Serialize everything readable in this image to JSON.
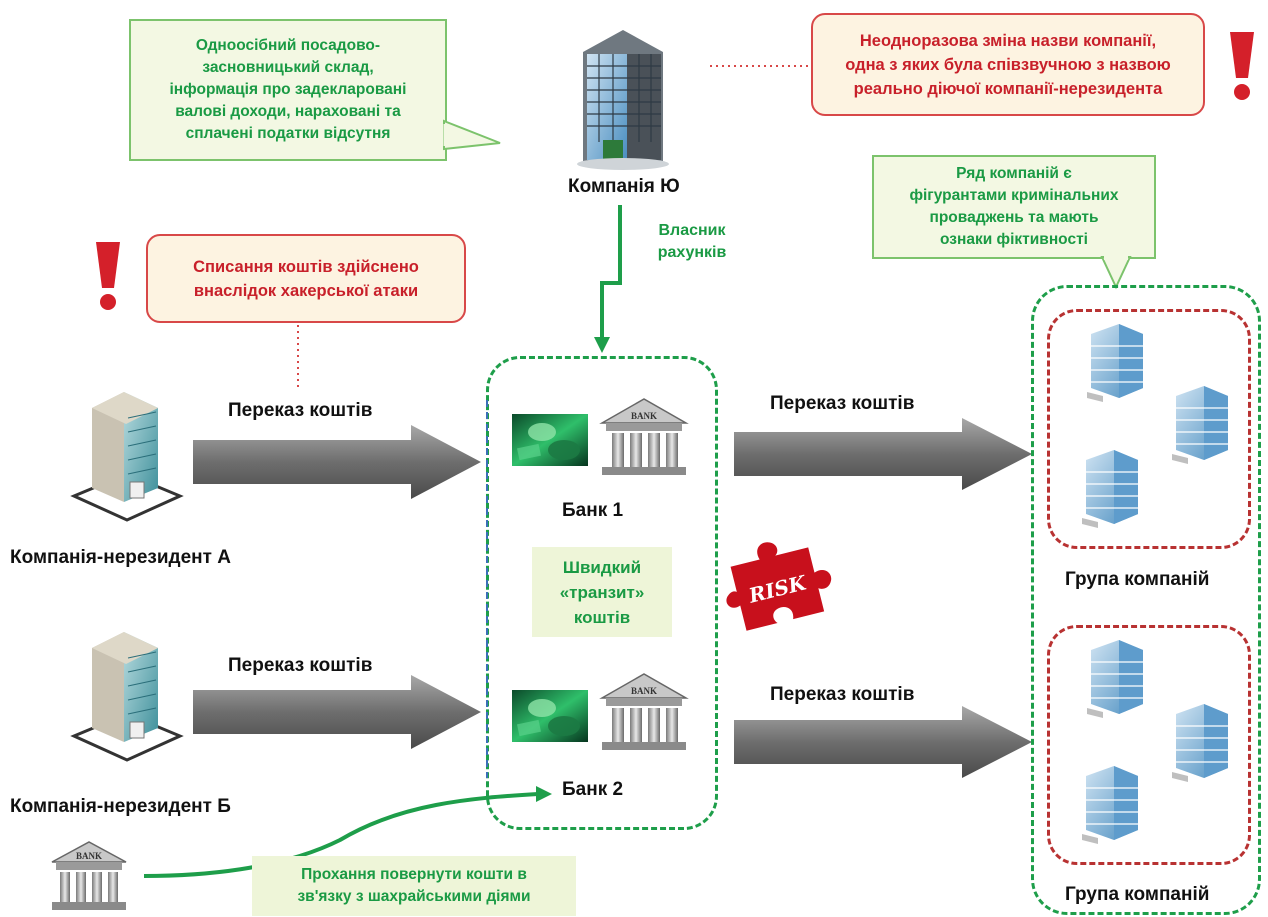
{
  "company_yu": {
    "label": "Компанія Ю",
    "left_callout": [
      "Одноосібний посадово-",
      "засновницький склад,",
      "інформація про задекларовані",
      "валові доходи, нараховані та",
      "сплачені податки відсутня"
    ],
    "right_callout": [
      "Неодноразова зміна назви компанії,",
      "одна з яких була співзвучною з назвою",
      "реально діючої компанії-нерезидента"
    ]
  },
  "owner_label": [
    "Власник",
    "рахунків"
  ],
  "hacker_callout": [
    "Списання коштів здійснено",
    "внаслідок хакерської атаки"
  ],
  "fictitious_callout": [
    "Ряд компаній є",
    "фігурантами кримінальних",
    "проваджень та мають",
    "ознаки фіктивності"
  ],
  "company_a": "Компанія-нерезидент А",
  "company_b": "Компанія-нерезидент Б",
  "transfer_label": "Переказ коштів",
  "bank1": "Банк 1",
  "bank2": "Банк 2",
  "bank_sign": "BANK",
  "transit": [
    "Швидкий",
    "«транзит»",
    "коштів"
  ],
  "risk": "RISK",
  "group_label": "Група компаній",
  "refund_request": [
    "Прохання повернути кошти в",
    "зв'язку з шахрайськими діями"
  ],
  "colors": {
    "green": "#1a9a44",
    "red": "#c8202a",
    "arrow_gray": "#707070",
    "dashed_green": "#1e9e4a",
    "dashed_red": "#b83232"
  }
}
